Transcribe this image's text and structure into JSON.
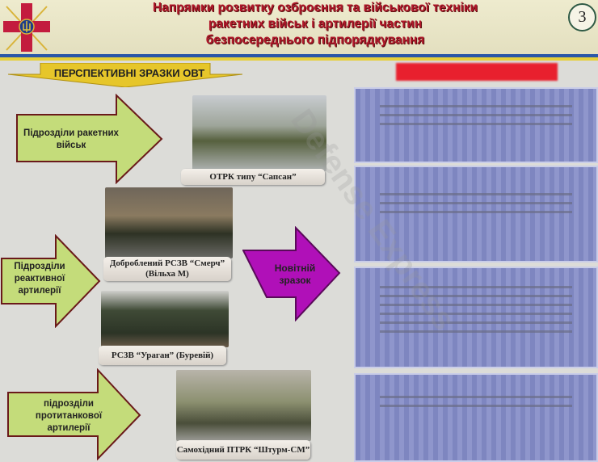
{
  "header": {
    "title_lines": [
      "Напрямки розвитку озброєння та військової техніки",
      "ракетних військ і артилерії частин",
      "безпосереднього  підпорядкування"
    ],
    "page_number": "3"
  },
  "banner": {
    "label": "ПЕРСПЕКТИВНІ ЗРАЗКИ ОВТ"
  },
  "arrows": [
    {
      "label": "Підрозділи ракетних військ"
    },
    {
      "label": "Підрозділи реактивної артилерії"
    },
    {
      "label": "підрозділи протитанкової артилерії"
    },
    {
      "label": "Новітній зразок"
    }
  ],
  "photos": [
    {
      "caption": "ОТРК  типу “Сапсан”"
    },
    {
      "caption": "Доброблений РСЗВ “Смерч” (Вільха М)"
    },
    {
      "caption": "РСЗВ “Ураган” (Буревій)"
    },
    {
      "caption": "Самохідний ПТРК “Штурм-СМ”"
    }
  ],
  "watermark": "Defense Express",
  "colors": {
    "title": "#b0182a",
    "green_arrow": "#c4dc7a",
    "magenta_arrow": "#b010b8",
    "banner": "#e6c62a",
    "pixelated_box": "#8088c2"
  }
}
